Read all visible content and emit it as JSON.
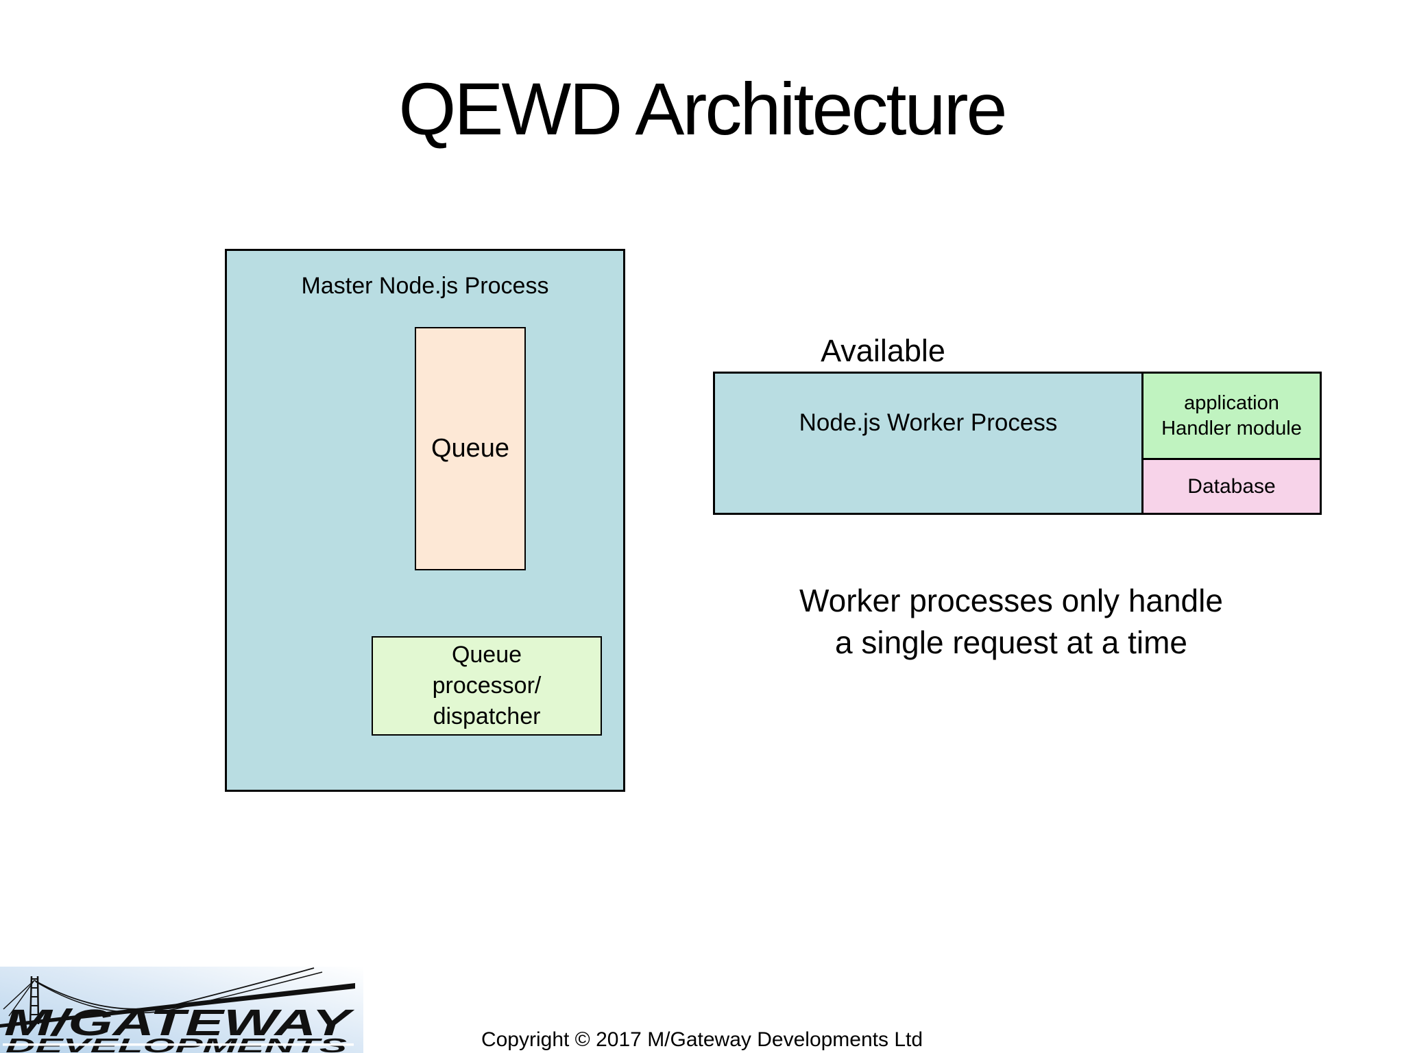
{
  "title": "QEWD Architecture",
  "master": {
    "label": "Master Node.js Process",
    "queue_label": "Queue",
    "processor_lines": [
      "Queue",
      "processor/",
      "dispatcher"
    ]
  },
  "available": {
    "heading": "Available",
    "worker_label": "Node.js Worker Process",
    "handler_lines": [
      "application",
      "Handler module"
    ],
    "database_label": "Database"
  },
  "note": {
    "lines": [
      "Worker processes only handle",
      "a single request at a time"
    ]
  },
  "logo": {
    "line1": "M/GATEWAY",
    "line2": "DEVELOPMENTS"
  },
  "footer": {
    "copyright": "Copyright © 2017 M/Gateway Developments Ltd"
  },
  "colors": {
    "process_teal": "#b9dde2",
    "queue_peach": "#fde8d6",
    "processor_green": "#e2f8d2",
    "handler_mint": "#c0f3c0",
    "database_pink": "#f7d3e9",
    "border_black": "#000000",
    "logo_blue": "#b7d3eb"
  }
}
